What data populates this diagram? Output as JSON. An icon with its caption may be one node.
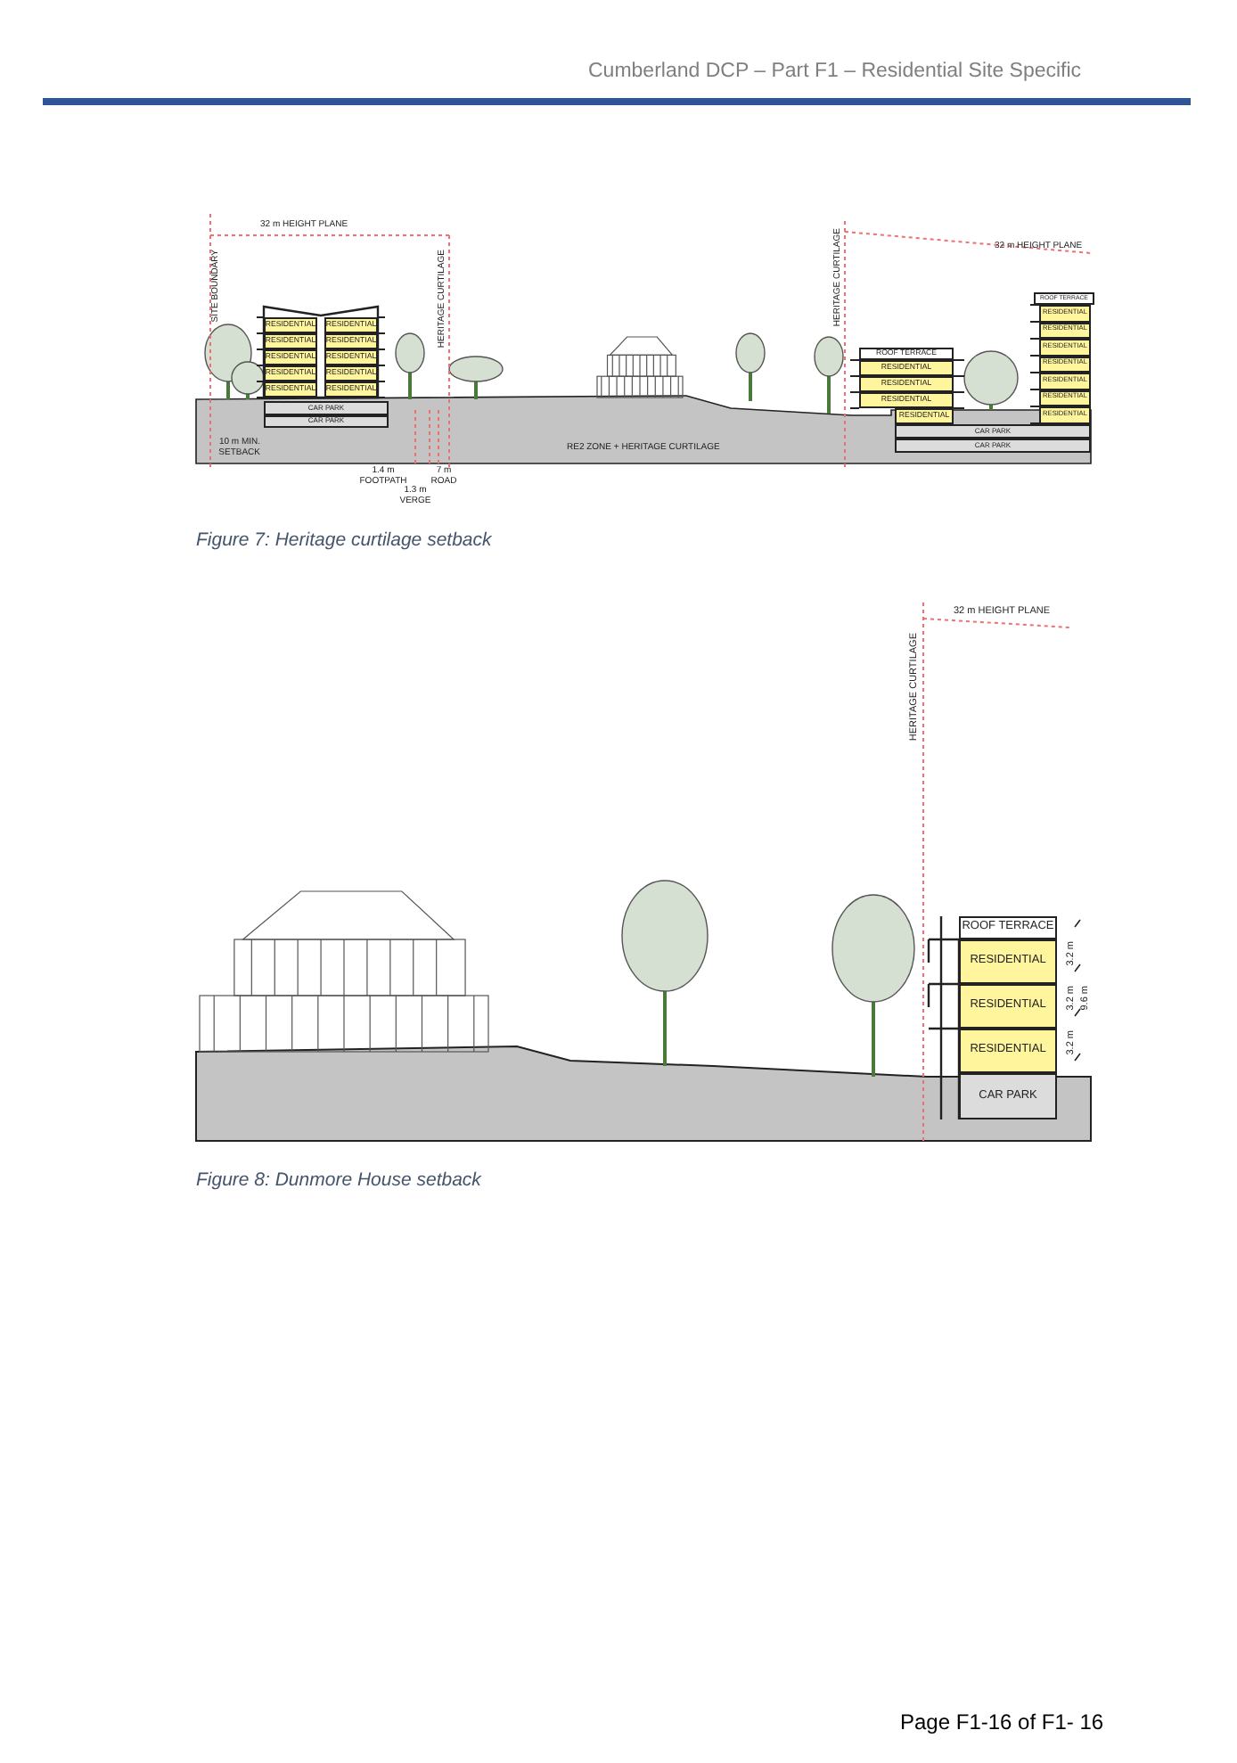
{
  "diagram": {
    "nodes": [
      {
        "text": [
          "RESIDENTIAL"
        ]
      },
      {
        "text": [
          "RESIDENTIAL"
        ]
      },
      {
        "text": [
          "RESIDENTIAL"
        ]
      },
      {
        "text": [
          "RESIDENTIAL"
        ]
      },
      {
        "text": [
          "RESIDENTIAL"
        ]
      },
      {
        "text": [
          "RESIDENTIAL"
        ]
      },
      {
        "text": [
          "RESIDENTIAL"
        ]
      },
      {
        "text": [
          "RESIDENTIAL"
        ]
      },
      {
        "text": [
          "RESIDENTIAL"
        ]
      },
      {
        "text": [
          "RESIDENTIAL"
        ]
      },
      {
        "text": [
          "CAR PARK"
        ]
      },
      {
        "text": [
          "CAR PARK"
        ]
      },
      {
        "text": [
          "ROOF TERRACE"
        ]
      },
      {
        "text": [
          "RESIDENTIAL"
        ]
      },
      {
        "text": [
          "RESIDENTIAL"
        ]
      },
      {
        "text": [
          "RESIDENTIAL"
        ]
      },
      {
        "text": [
          "RESIDENTIAL"
        ]
      },
      {
        "text": [
          "CAR PARK"
        ]
      },
      {
        "text": [
          "CAR PARK"
        ]
      },
      {
        "text": [
          "ROOF TERRACE"
        ]
      },
      {
        "text": [
          "RESIDENTIAL"
        ]
      },
      {
        "text": [
          "RESIDENTIAL"
        ]
      },
      {
        "text": [
          "RESIDENTIAL"
        ]
      },
      {
        "text": [
          "RESIDENTIAL"
        ]
      },
      {
        "text": [
          "RESIDENTIAL"
        ]
      },
      {
        "text": [
          "RESIDENTIAL"
        ]
      },
      {
        "text": [
          "RESIDENTIAL"
        ]
      },
      {
        "text": [
          "ROOF TERRACE"
        ]
      },
      {
        "text": [
          "RESIDENTIAL"
        ]
      },
      {
        "text": [
          "RESIDENTIAL"
        ]
      },
      {
        "text": [
          "RESIDENTIAL"
        ]
      },
      {
        "text": [
          "CAR PARK"
        ]
      }
    ],
    "edges": [],
    "labels": [
      "Cumberland DCP – Part F1 – Residential Site Specific",
      "32 m HEIGHT PLANE",
      "SITE BOUNDARY",
      "HERITAGE CURTILAGE",
      "HERITAGE CURTILAGE",
      "32 m HEIGHT PLANE",
      "10 m MIN. SETBACK",
      "RE2 ZONE + HERITAGE CURTILAGE",
      "1.4 m FOOTPATH",
      "7 m ROAD",
      "1.3 m VERGE",
      "Figure 7: Heritage curtilage setback",
      "32 m HEIGHT PLANE",
      "HERITAGE CURTILAGE",
      "3.2 m",
      "3.2 m",
      "3.2 m",
      "9.6 m",
      "Figure 8: Dunmore House setback",
      "Page F1-16 of F1- 16"
    ]
  }
}
